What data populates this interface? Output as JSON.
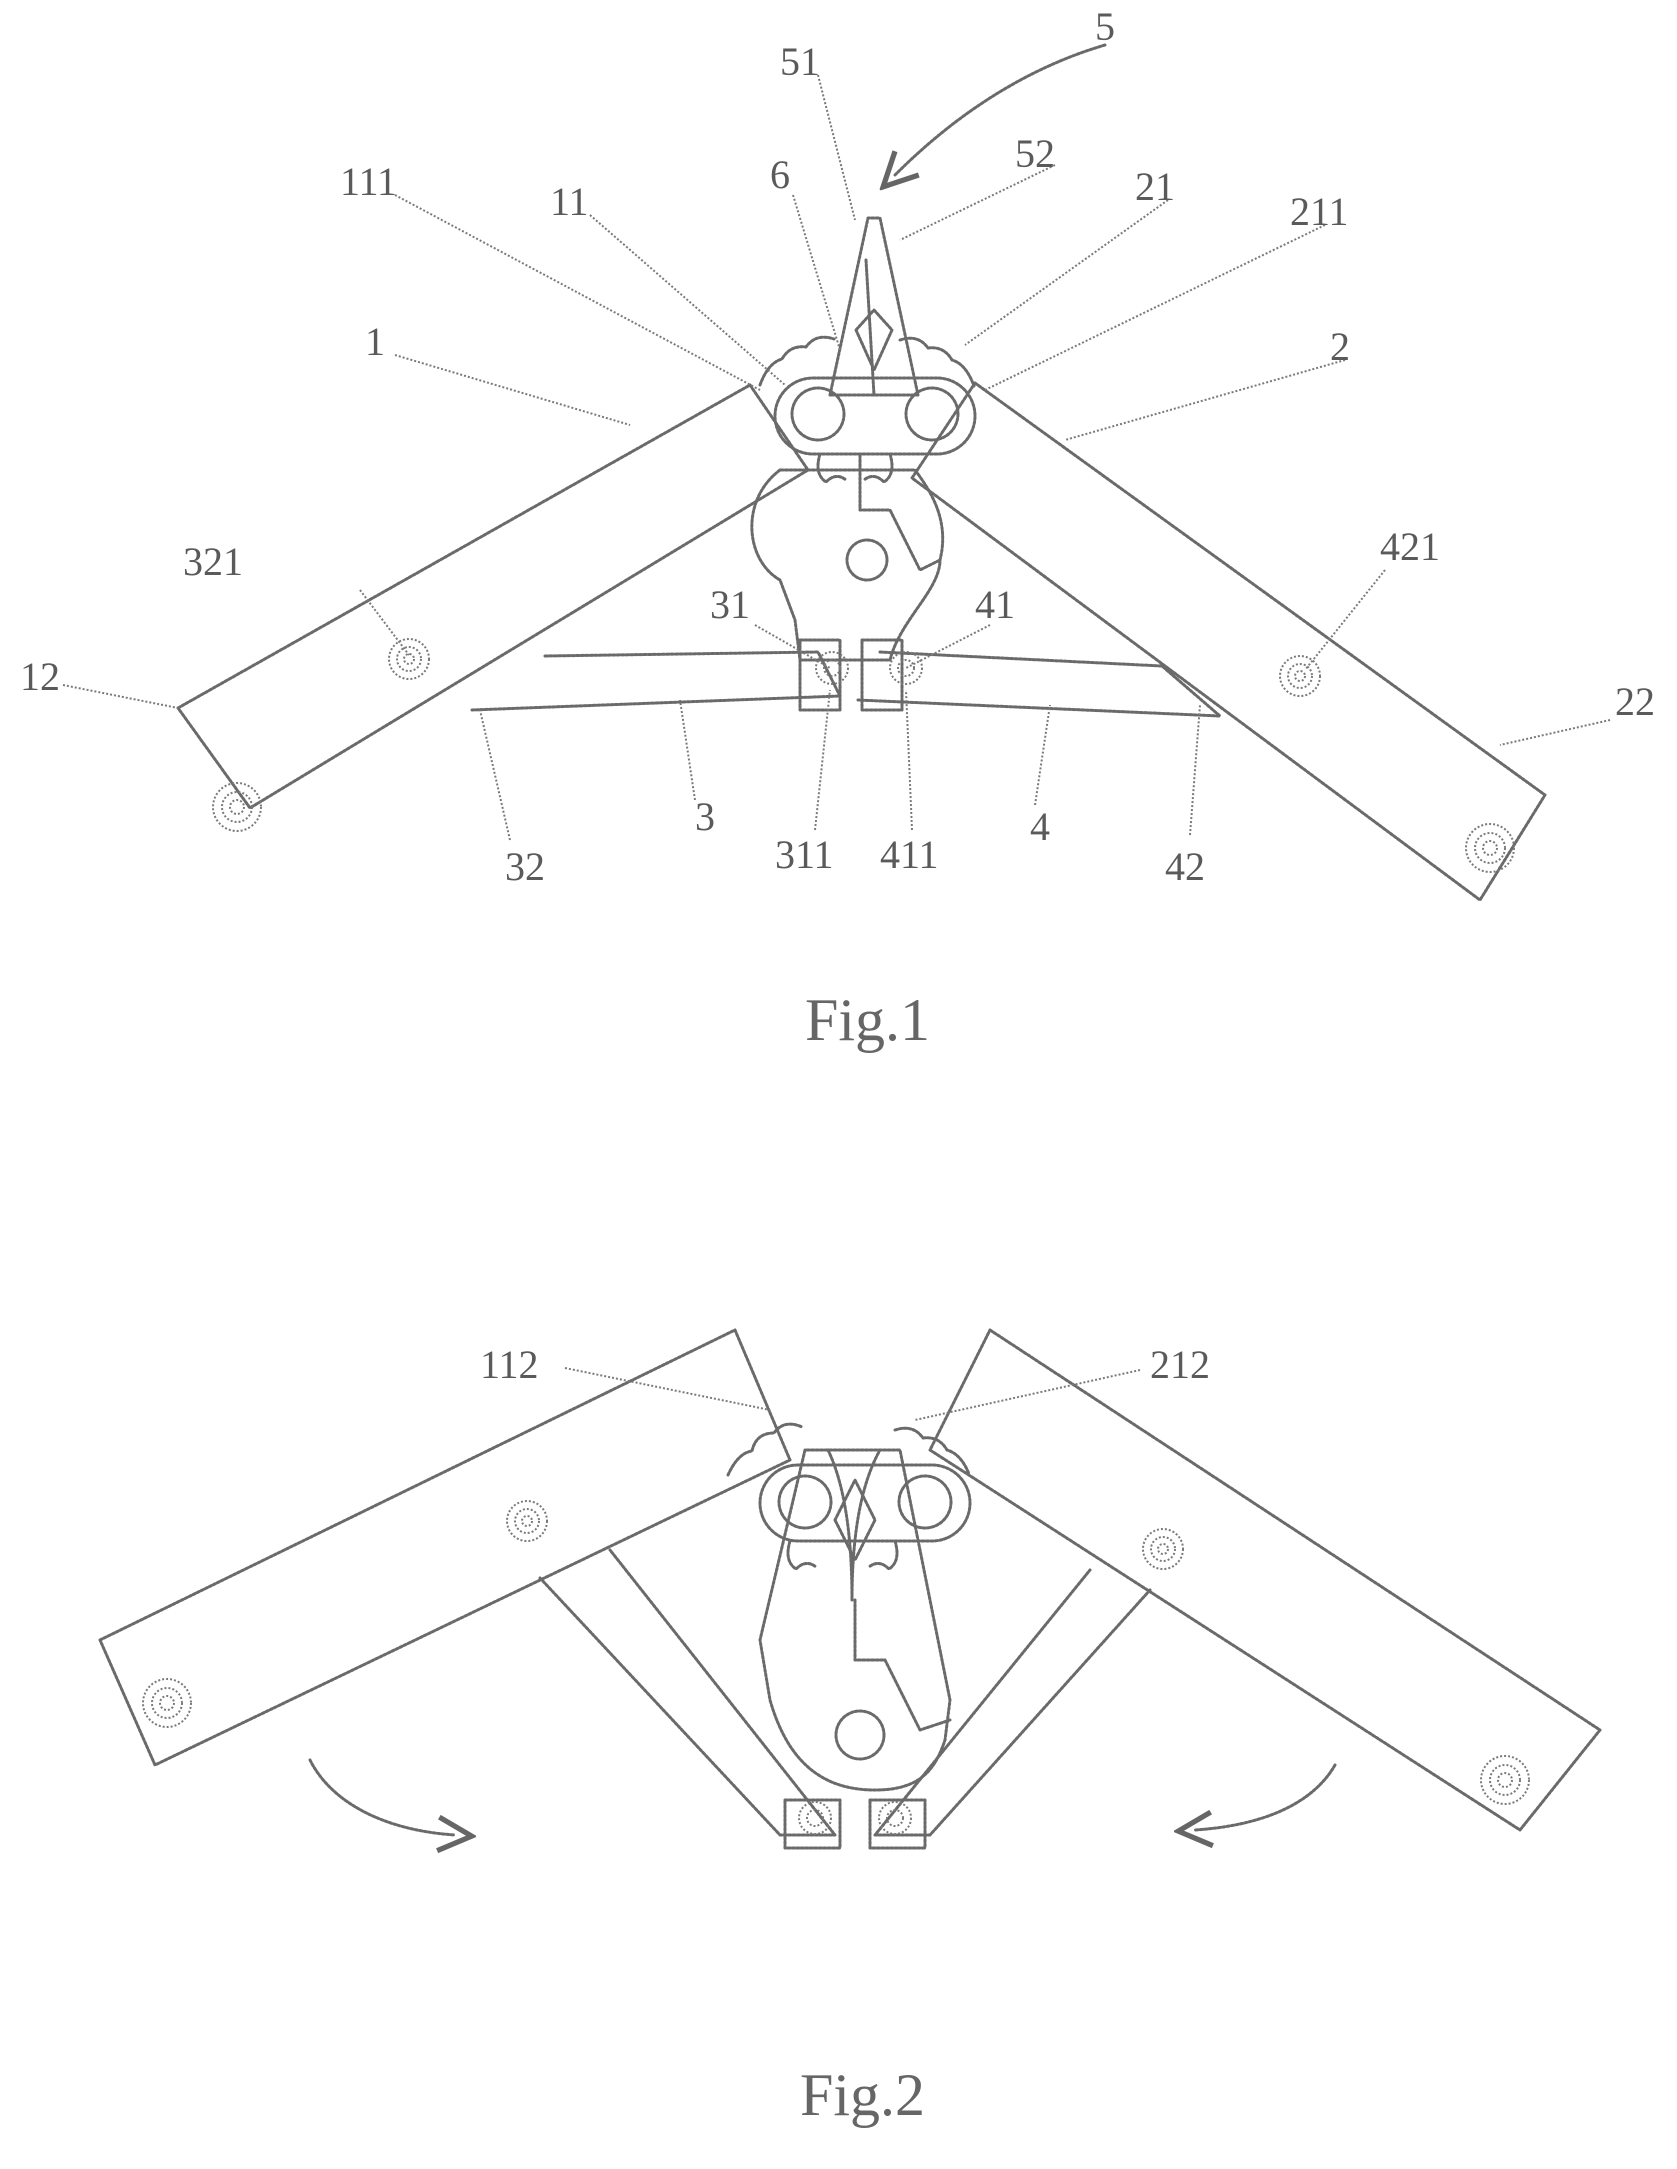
{
  "figure1": {
    "caption": "Fig.1",
    "labels": {
      "l5": "5",
      "l51": "51",
      "l52": "52",
      "l6": "6",
      "l11": "11",
      "l111": "111",
      "l21": "21",
      "l211": "211",
      "l1": "1",
      "l2": "2",
      "l321": "321",
      "l421": "421",
      "l31": "31",
      "l41": "41",
      "l12": "12",
      "l22": "22",
      "l32": "32",
      "l3": "3",
      "l311": "311",
      "l411": "411",
      "l4": "4",
      "l42": "42"
    }
  },
  "figure2": {
    "caption": "Fig.2",
    "labels": {
      "l112": "112",
      "l212": "212"
    }
  }
}
